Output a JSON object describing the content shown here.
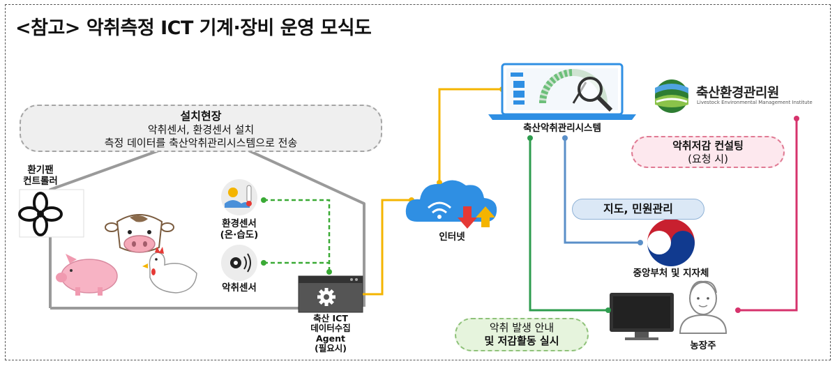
{
  "title": "<참고> 악취측정 ICT 기계·장비 운영 모식도",
  "site": {
    "heading": "설치현장",
    "line1": "악취센서, 환경센서 설치",
    "line2": "측정 데이터를 축산악취관리시스템으로 전송"
  },
  "fan_controller": {
    "line1": "환기팬",
    "line2": "컨트롤러"
  },
  "env_sensor": {
    "line1": "환경센서",
    "line2": "(온·습도)"
  },
  "odor_sensor": {
    "label": "악취센서"
  },
  "agent": {
    "line1": "축산 ICT",
    "line2": "데이터수집",
    "line3": "Agent",
    "line4": "(필요시)"
  },
  "internet": {
    "label": "인터넷"
  },
  "system": {
    "label": "축산악취관리시스템"
  },
  "agency": {
    "name": "축산환경관리원",
    "sub": "Livestock Environmental Management Institute"
  },
  "consulting": {
    "line1": "악취저감 컨설팅",
    "line2": "(요청 시)"
  },
  "admin": {
    "label": "지도, 민원관리"
  },
  "government": {
    "label": "중앙부처 및 지자체"
  },
  "guidance": {
    "line1": "악취 발생 안내",
    "line2": "및 저감활동 실시"
  },
  "farmer": {
    "label": "농장주"
  },
  "colors": {
    "pc_line": "#f4b400",
    "green_line": "#2e9c4e",
    "blue_line": "#5a8fc8",
    "pink_line": "#d6336c"
  }
}
